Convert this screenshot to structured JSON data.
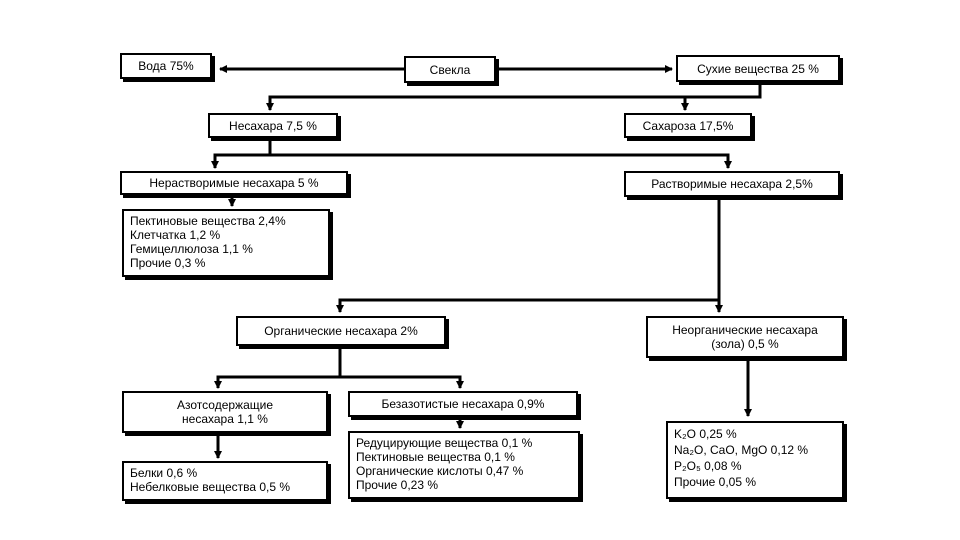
{
  "nodes": {
    "beet": "Свекла",
    "water": "Вода 75%",
    "dry": "Сухие вещества 25 %",
    "nonsugar": "Несахара 7,5 %",
    "sucrose": "Сахароза 17,5%",
    "insoluble": "Нерастворимые несахара 5 %",
    "soluble": "Растворимые несахара 2,5%",
    "insoluble_items": [
      "Пектиновые вещества 2,4%",
      "Клетчатка 1,2 %",
      "Гемицеллюлоза  1,1 %",
      "Прочие 0,3 %"
    ],
    "organic": "Органические несахара 2%",
    "inorganic": [
      "Неорганические несахара",
      "(зола) 0,5 %"
    ],
    "nitrogen": [
      "Азотсодержащие",
      "несахара 1,1 %"
    ],
    "nitrogen_free": "Безазотистые несахара 0,9%",
    "nitrogen_items": [
      "Белки 0,6 %",
      "Небелковые вещества 0,5 %"
    ],
    "nitrogen_free_items": [
      "Редуцирующие вещества 0,1 %",
      "Пектиновые вещества 0,1 %",
      "Органические кислоты 0,47 %",
      "Прочие 0,23 %"
    ],
    "ash_items": [
      "K₂O 0,25 %",
      "Na₂O, CaO, MgO 0,12 %",
      "P₂O₅ 0,08 %",
      "Прочие 0,05 %"
    ]
  }
}
